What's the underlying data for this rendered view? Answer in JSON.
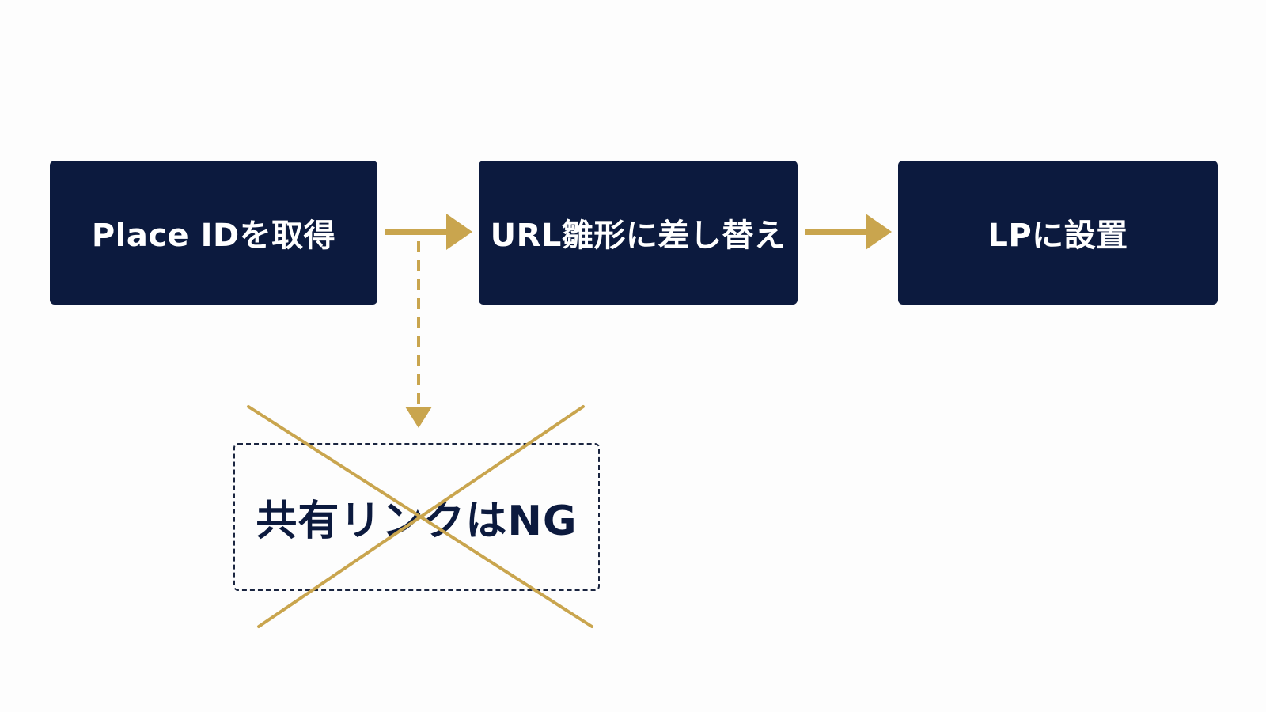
{
  "colors": {
    "box_fill": "#0c1a3e",
    "box_text": "#ffffff",
    "accent": "#c9a54e",
    "ng_border": "#1a2540",
    "ng_text": "#0c1a3e",
    "background": "#fdfdfd"
  },
  "steps": [
    {
      "label": "Place IDを取得"
    },
    {
      "label": "URL雛形に差し替え"
    },
    {
      "label": "LPに設置"
    }
  ],
  "ng": {
    "label": "共有リンクはNG",
    "crossed_out": true
  },
  "connectors": [
    {
      "from": "step-1",
      "to": "step-2",
      "style": "solid-arrow"
    },
    {
      "from": "step-2",
      "to": "step-3",
      "style": "solid-arrow"
    },
    {
      "from": "step-1",
      "to": "ng",
      "style": "dashed-arrow"
    }
  ]
}
